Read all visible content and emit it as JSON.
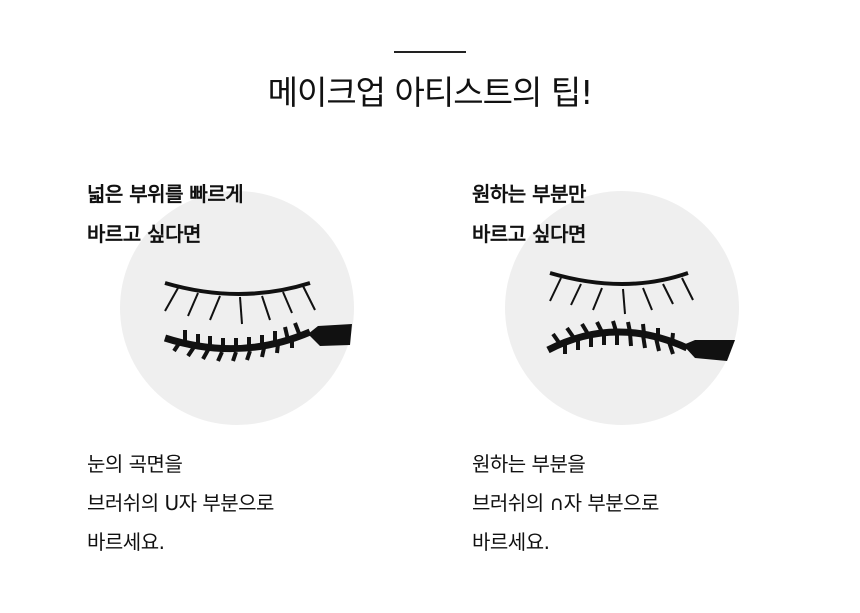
{
  "header": {
    "title": "메이크업 아티스트의 팁!"
  },
  "tips": [
    {
      "heading": [
        "넓은 부위를 빠르게",
        "바르고 싶다면"
      ],
      "description": [
        "눈의 곡면을",
        "브러쉬의 U자 부분으로",
        "바르세요."
      ],
      "icon": "mascara-u-curve-icon"
    },
    {
      "heading": [
        "원하는 부분만",
        "바르고 싶다면"
      ],
      "description": [
        "원하는 부분을",
        "브러쉬의 ∩자 부분으로",
        "바르세요."
      ],
      "icon": "mascara-n-curve-icon"
    }
  ]
}
